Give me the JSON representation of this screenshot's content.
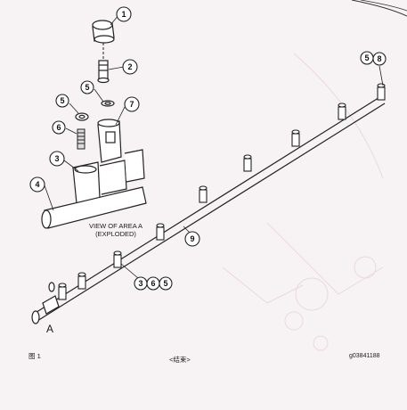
{
  "callouts": {
    "c1": "1",
    "c2": "2",
    "c5a": "5",
    "c5b": "5",
    "c7": "7",
    "c6": "6",
    "c3": "3",
    "c4": "4",
    "c9": "9",
    "c3b": "3",
    "c6b": "6",
    "c5c": "5",
    "c5d": "5",
    "c8": "8"
  },
  "labels": {
    "view_line1": "VIEW OF AREA A",
    "view_line2": "(EXPLODED)",
    "area_a": "A",
    "figure": "图 1",
    "end_mark": "<结束>",
    "image_code": "g03841188"
  }
}
